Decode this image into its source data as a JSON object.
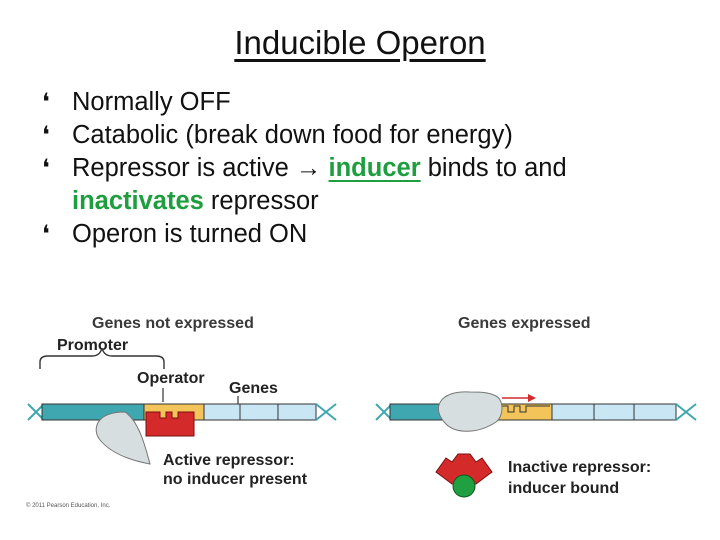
{
  "title": "Inducible Operon",
  "bullet_glyph": "❛",
  "bullets": {
    "b1": "Normally OFF",
    "b2": "Catabolic (break down food for energy)",
    "b3_pre": "Repressor is active ",
    "b3_arrow": "→",
    "b3_inducer": "inducer",
    "b3_mid": " binds to and",
    "b3_inactivates": "inactivates",
    "b3_post": " repressor",
    "b4": "Operon is turned ON"
  },
  "figure": {
    "left_heading": "Genes not expressed",
    "promoter_label": "Promoter",
    "operator_label": "Operator",
    "genes_label": "Genes",
    "active_caption_1": "Active repressor:",
    "active_caption_2": "no inducer present",
    "right_heading": "Genes expressed",
    "inactive_caption_1": "Inactive repressor:",
    "inactive_caption_2": "inducer bound",
    "copyright": "© 2011 Pearson Education, Inc."
  },
  "colors": {
    "highlight_green": "#1e9e3e",
    "promoter_teal": "#3fa7b0",
    "genes_blue": "#c9e6f5",
    "operator_yellow": "#f2c45a",
    "repressor_red": "#d42a2a",
    "inducer_green": "#20a040",
    "transcription_arrow": "#d42a2a"
  }
}
